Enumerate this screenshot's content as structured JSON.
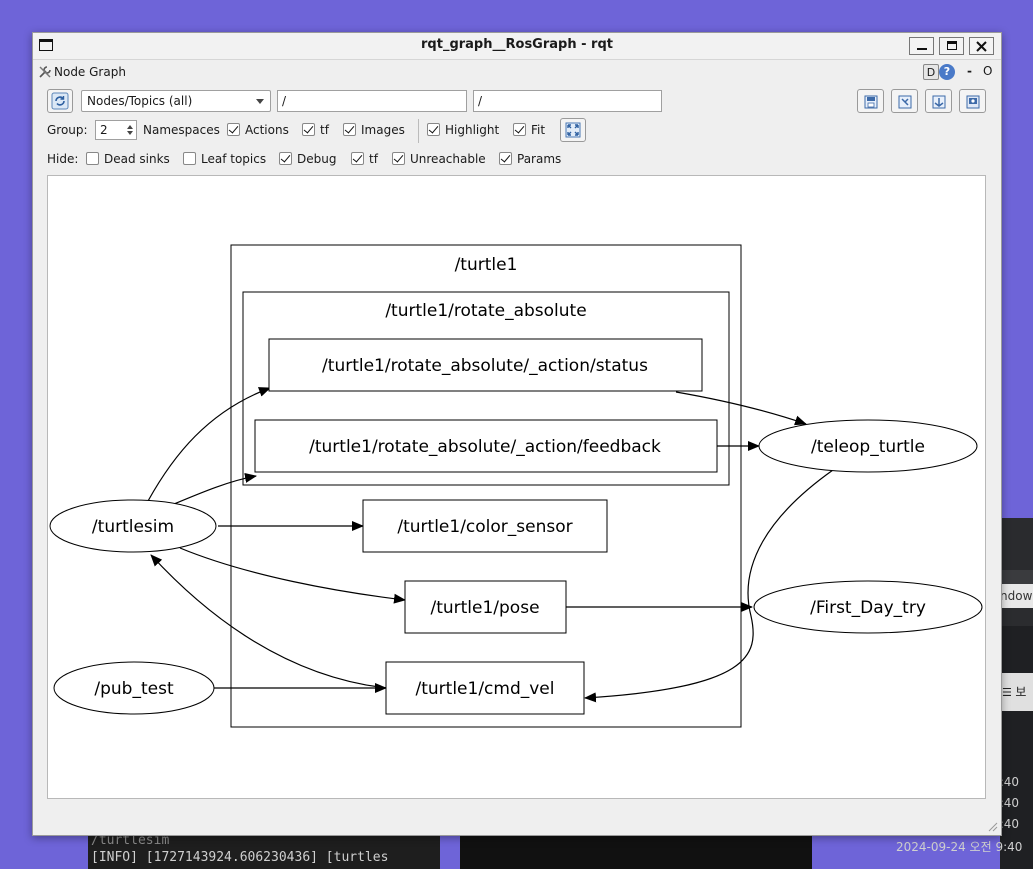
{
  "window": {
    "title": "rqt_graph__RosGraph - rqt"
  },
  "plugin": {
    "title": "Node Graph",
    "d_label": "D",
    "help_label": "?",
    "dash_label": "-",
    "o_label": "O"
  },
  "toolbar": {
    "graph_type": "Nodes/Topics (all)",
    "node_filter": "/",
    "topic_filter": "/"
  },
  "options": {
    "group_label": "Group:",
    "group_value": "2",
    "namespaces": "Namespaces",
    "actions": "Actions",
    "tf": "tf",
    "images": "Images",
    "highlight": "Highlight",
    "fit": "Fit"
  },
  "hide": {
    "label": "Hide:",
    "dead_sinks": "Dead sinks",
    "leaf_topics": "Leaf topics",
    "debug": "Debug",
    "tf": "tf",
    "unreachable": "Unreachable",
    "params": "Params"
  },
  "graph": {
    "namespace_outer": "/turtle1",
    "namespace_inner": "/turtle1/rotate_absolute",
    "topics": {
      "status": "/turtle1/rotate_absolute/_action/status",
      "feedback": "/turtle1/rotate_absolute/_action/feedback",
      "color_sensor": "/turtle1/color_sensor",
      "pose": "/turtle1/pose",
      "cmd_vel": "/turtle1/cmd_vel"
    },
    "nodes": {
      "turtlesim": "/turtlesim",
      "pub_test": "/pub_test",
      "teleop_turtle": "/teleop_turtle",
      "first_day_try": "/First_Day_try"
    }
  },
  "background": {
    "terminal_line1": "/turtlesim",
    "terminal_line2": "[INFO] [1727143924.606230436] [turtles",
    "panel_text_1": "ndow",
    "panel_text_2": "보",
    "times": [
      ":40",
      ":40",
      ":40"
    ],
    "timestamp": "2024-09-24 오전 9:40"
  }
}
